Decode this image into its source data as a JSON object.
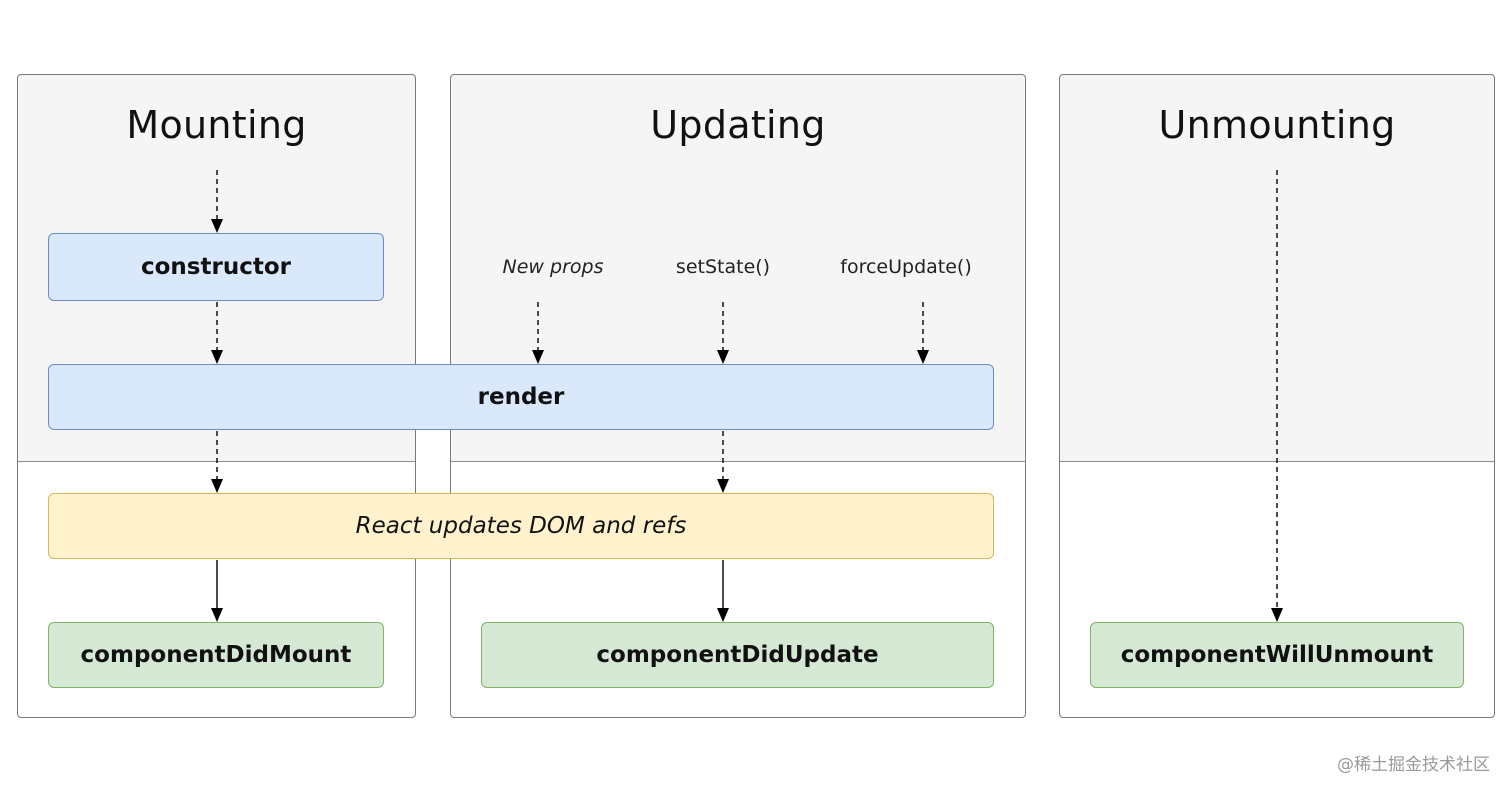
{
  "phases": {
    "mounting": {
      "title": "Mounting"
    },
    "updating": {
      "title": "Updating"
    },
    "unmounting": {
      "title": "Unmounting"
    }
  },
  "triggers": {
    "new_props": "New props",
    "set_state": "setState()",
    "force_update": "forceUpdate()"
  },
  "methods": {
    "constructor": "constructor",
    "render": "render",
    "react_updates": "React updates DOM and refs",
    "component_did_mount": "componentDidMount",
    "component_did_update": "componentDidUpdate",
    "component_will_unmount": "componentWillUnmount"
  },
  "colors": {
    "render_phase_fill": "#dae8fc",
    "commit_phase_fill": "#fff2cc",
    "lifecycle_fill": "#d5e8d4",
    "panel_top_fill": "#f5f5f5"
  },
  "watermark": "@稀土掘金技术社区"
}
